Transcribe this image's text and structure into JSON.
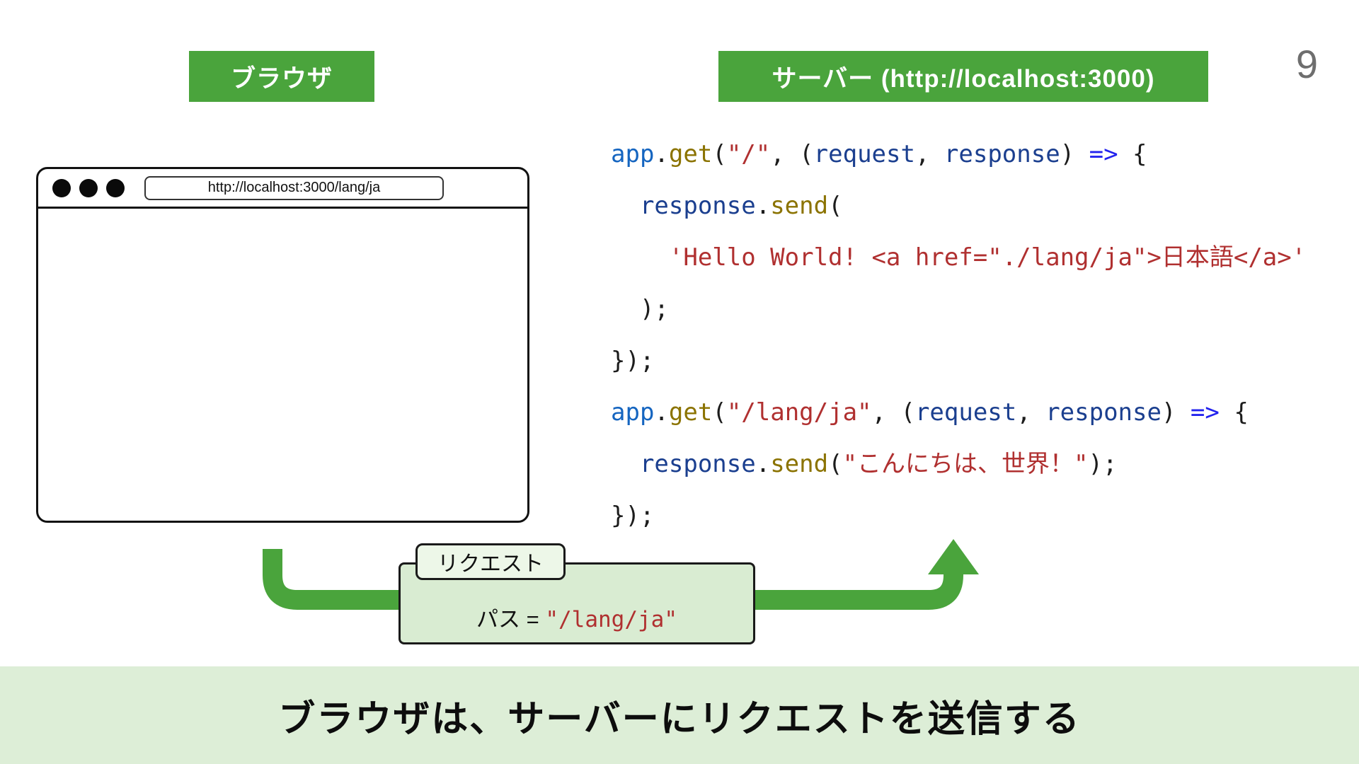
{
  "page_number": "9",
  "badges": {
    "browser": "ブラウザ",
    "server": "サーバー (http://localhost:3000)"
  },
  "browser_window": {
    "url": "http://localhost:3000/lang/ja"
  },
  "code": {
    "palette": {
      "plain": "#1c1c1c",
      "app": "#1565c0",
      "method": "#8b7300",
      "param": "#1b3f8f",
      "string": "#b03030",
      "operator": "#2222ee"
    },
    "lines": [
      {
        "tokens": [
          {
            "t": "app",
            "c": "app"
          },
          {
            "t": ".",
            "c": "plain"
          },
          {
            "t": "get",
            "c": "method"
          },
          {
            "t": "(",
            "c": "plain"
          },
          {
            "t": "\"/\"",
            "c": "string"
          },
          {
            "t": ", (",
            "c": "plain"
          },
          {
            "t": "request",
            "c": "param"
          },
          {
            "t": ", ",
            "c": "plain"
          },
          {
            "t": "response",
            "c": "param"
          },
          {
            "t": ") ",
            "c": "plain"
          },
          {
            "t": "=>",
            "c": "operator"
          },
          {
            "t": " {",
            "c": "plain"
          }
        ]
      },
      {
        "tokens": [
          {
            "t": "  ",
            "c": "plain"
          },
          {
            "t": "response",
            "c": "param"
          },
          {
            "t": ".",
            "c": "plain"
          },
          {
            "t": "send",
            "c": "method"
          },
          {
            "t": "(",
            "c": "plain"
          }
        ]
      },
      {
        "tokens": [
          {
            "t": "    ",
            "c": "plain"
          },
          {
            "t": "'Hello World! <a href=\"./lang/ja\">日本語</a>'",
            "c": "string"
          }
        ]
      },
      {
        "tokens": [
          {
            "t": "  );",
            "c": "plain"
          }
        ]
      },
      {
        "tokens": [
          {
            "t": "});",
            "c": "plain"
          }
        ]
      },
      {
        "tokens": [
          {
            "t": "app",
            "c": "app"
          },
          {
            "t": ".",
            "c": "plain"
          },
          {
            "t": "get",
            "c": "method"
          },
          {
            "t": "(",
            "c": "plain"
          },
          {
            "t": "\"/lang/ja\"",
            "c": "string"
          },
          {
            "t": ", (",
            "c": "plain"
          },
          {
            "t": "request",
            "c": "param"
          },
          {
            "t": ", ",
            "c": "plain"
          },
          {
            "t": "response",
            "c": "param"
          },
          {
            "t": ") ",
            "c": "plain"
          },
          {
            "t": "=>",
            "c": "operator"
          },
          {
            "t": " {",
            "c": "plain"
          }
        ]
      },
      {
        "tokens": [
          {
            "t": "  ",
            "c": "plain"
          },
          {
            "t": "response",
            "c": "param"
          },
          {
            "t": ".",
            "c": "plain"
          },
          {
            "t": "send",
            "c": "method"
          },
          {
            "t": "(",
            "c": "plain"
          },
          {
            "t": "\"こんにちは、世界！\"",
            "c": "string"
          },
          {
            "t": ");",
            "c": "plain"
          }
        ]
      },
      {
        "tokens": [
          {
            "t": "});",
            "c": "plain"
          }
        ]
      }
    ]
  },
  "request_box": {
    "label": "リクエスト",
    "path_prefix": "パス = ",
    "path_value": "\"/lang/ja\""
  },
  "caption": "ブラウザは、サーバーにリクエストを送信する",
  "colors": {
    "accent_green": "#4aa43c",
    "request_box_bg": "#d9ecd2",
    "request_label_bg": "#edf7e8",
    "banner_bg": "#ddeed7",
    "code_string": "#b03030",
    "code_app": "#1565c0",
    "code_method": "#8b7300",
    "code_param": "#1b3f8f",
    "code_operator": "#2222ee",
    "page_number_gray": "#6e6e6e"
  }
}
